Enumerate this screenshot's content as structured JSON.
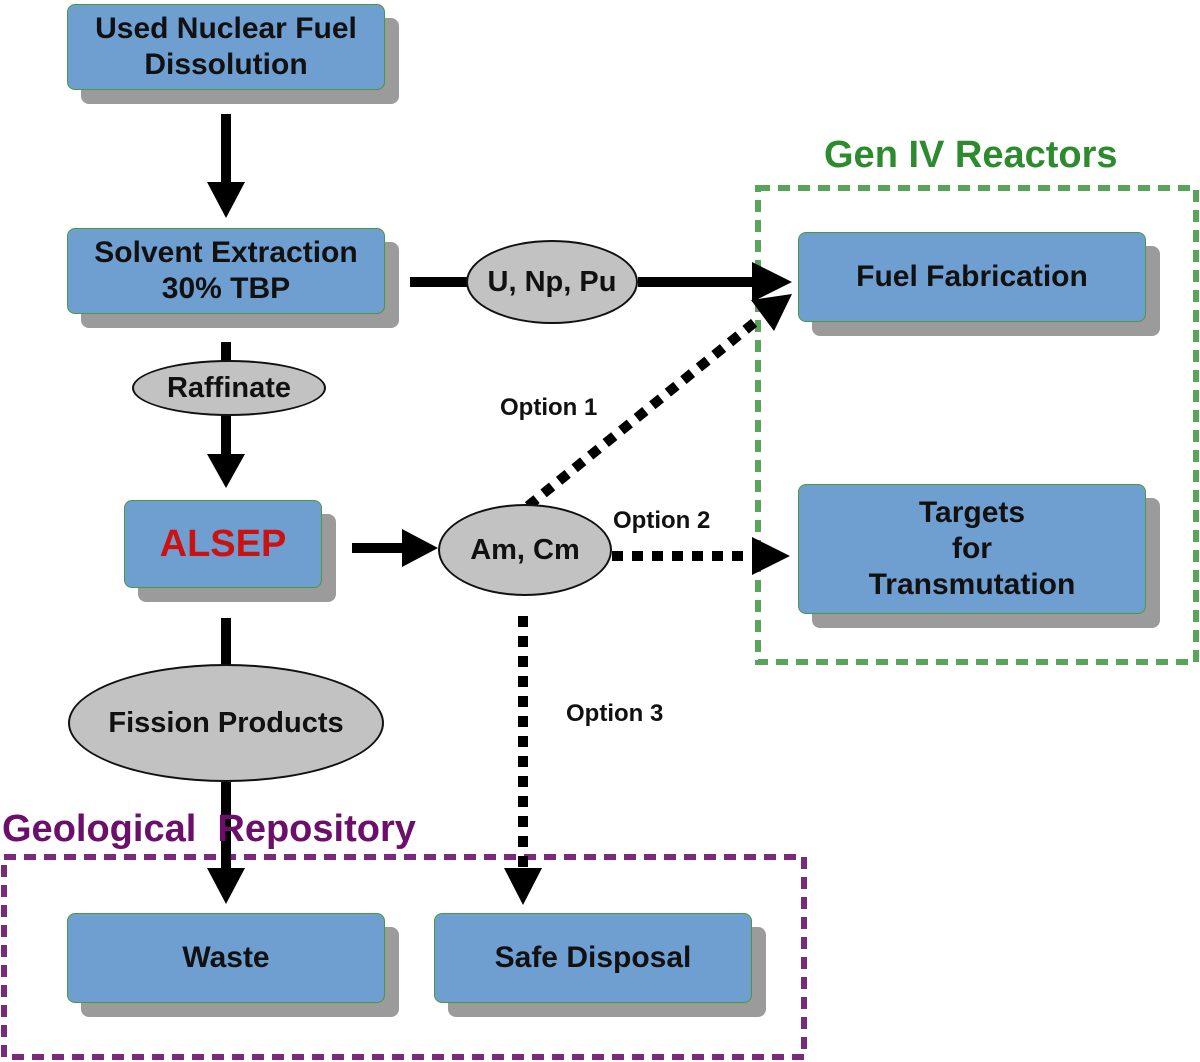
{
  "groups": {
    "gen_iv": {
      "title": "Gen IV Reactors",
      "color": "#2e8a2e",
      "border_color": "#5aa35a"
    },
    "geological": {
      "title": "Geological  Repository",
      "color": "#6b0f6b",
      "border_color": "#7a2a7a"
    }
  },
  "nodes": {
    "dissolution": {
      "line1": "Used Nuclear Fuel",
      "line2": "Dissolution"
    },
    "solvent": {
      "line1": "Solvent Extraction",
      "line2": "30% TBP"
    },
    "alsep": {
      "label": "ALSEP",
      "color": "#cc1111"
    },
    "fuel_fabrication": {
      "label": "Fuel Fabrication"
    },
    "targets": {
      "line1": "Targets",
      "line2": "for",
      "line3": "Transmutation"
    },
    "waste": {
      "label": "Waste"
    },
    "safe_disposal": {
      "label": "Safe Disposal"
    }
  },
  "streams": {
    "u_np_pu": "U, Np, Pu",
    "raffinate": "Raffinate",
    "am_cm": "Am, Cm",
    "fission_products": "Fission Products"
  },
  "options": {
    "option1": "Option 1",
    "option2": "Option 2",
    "option3": "Option 3"
  },
  "colors": {
    "box_fill": "#6f9fd1",
    "box_border": "#4a9a3a",
    "oval_fill": "#c2c2c2",
    "shadow": "#9b9b9b"
  }
}
